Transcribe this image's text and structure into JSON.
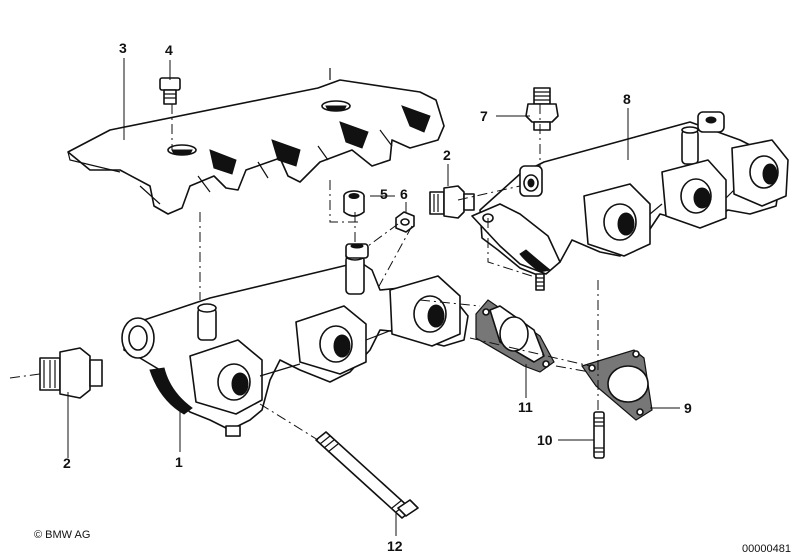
{
  "diagram": {
    "callouts": [
      {
        "id": "1",
        "label": "1"
      },
      {
        "id": "2a",
        "label": "2"
      },
      {
        "id": "2b",
        "label": "2"
      },
      {
        "id": "3",
        "label": "3"
      },
      {
        "id": "4",
        "label": "4"
      },
      {
        "id": "5",
        "label": "5"
      },
      {
        "id": "6",
        "label": "6"
      },
      {
        "id": "7",
        "label": "7"
      },
      {
        "id": "8",
        "label": "8"
      },
      {
        "id": "9",
        "label": "9"
      },
      {
        "id": "10",
        "label": "10"
      },
      {
        "id": "11",
        "label": "11"
      },
      {
        "id": "12",
        "label": "12"
      }
    ],
    "copyright": "© BMW AG",
    "drawing_number": "00000481"
  }
}
